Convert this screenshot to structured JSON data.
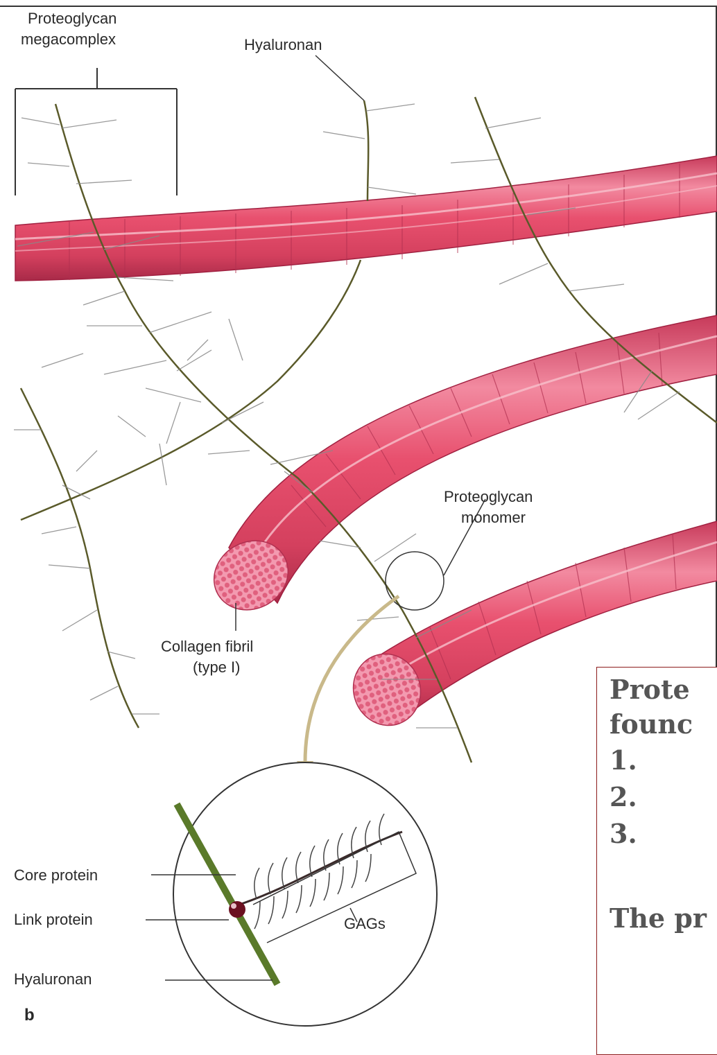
{
  "labels": {
    "megacomplex_1": "Proteoglycan",
    "megacomplex_2": "megacomplex",
    "hyaluronan_top": "Hyaluronan",
    "monomer_1": "Proteoglycan",
    "monomer_2": "monomer",
    "collagen_1": "Collagen fibril",
    "collagen_2": "(type I)",
    "core_protein": "Core protein",
    "link_protein": "Link protein",
    "hyaluronan_bottom": "Hyaluronan",
    "gags": "GAGs",
    "panel_letter": "b"
  },
  "textbox": {
    "line1": "Prote",
    "line2": "founc",
    "item1": "1.",
    "item2": "2.",
    "item3": "3.",
    "line_last": "The pr"
  },
  "colors": {
    "fibril": "#e8506e",
    "fibril_dark": "#b8304e",
    "fibril_light": "#f6a9b8",
    "hyaluronan_strand": "#5a5a2a",
    "core_protein": "#6b1020",
    "textbox_border": "#8b1a1a"
  }
}
